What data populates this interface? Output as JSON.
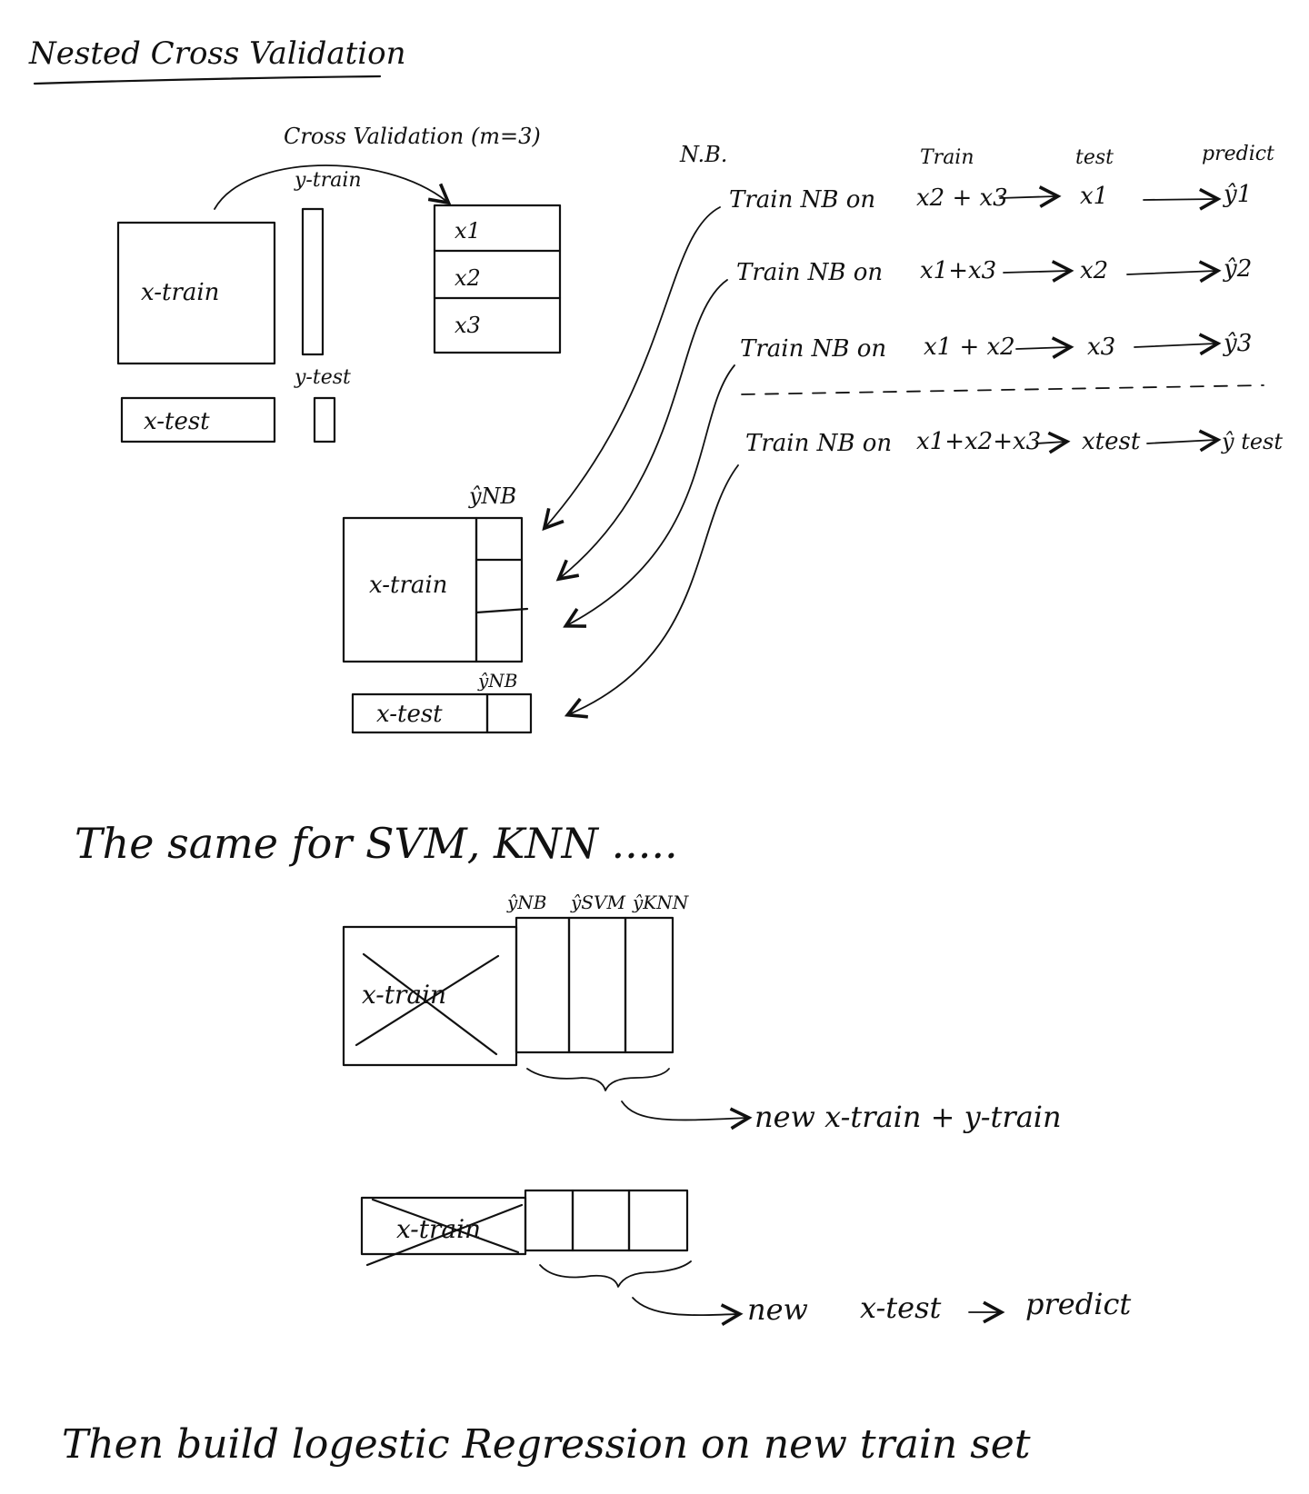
{
  "title": "Nested Cross Validation",
  "cv": {
    "label": "Cross Validation (m=3)",
    "x_train": "x-train",
    "x_test": "x-test",
    "y_train": "y-train",
    "y_test": "y-test",
    "folds": [
      "x1",
      "x2",
      "x3"
    ]
  },
  "nb": {
    "label": "N.B.",
    "header_train": "Train",
    "header_test": "test",
    "header_predict": "predict",
    "rows": [
      {
        "text": "Train NB on",
        "train": "x2 + x3",
        "test": "x1",
        "pred": "ŷ1"
      },
      {
        "text": "Train NB on",
        "train": "x1+x3",
        "test": "x2",
        "pred": "ŷ2"
      },
      {
        "text": "Train NB on",
        "train": "x1 + x2",
        "test": "x3",
        "pred": "ŷ3"
      },
      {
        "text": "Train NB on",
        "train": "x1+x2+x3",
        "test": "xtest",
        "pred": "ŷ test"
      }
    ]
  },
  "stack1": {
    "x_train": "x-train",
    "x_test": "x-test",
    "y_nb": "ŷNB",
    "y_nb_test": "ŷNB"
  },
  "same_for": "The same for SVM, KNN .....",
  "stack2": {
    "x_train": "x-train",
    "cols": [
      "ŷNB",
      "ŷSVM",
      "ŷKNN"
    ],
    "note": "new x-train + y-train"
  },
  "stack3": {
    "x_train": "x-train",
    "note_new": "new",
    "note_x_test": "x-test",
    "note_predict": "predict"
  },
  "conclusion": "Then build logestic Regression on new train set"
}
